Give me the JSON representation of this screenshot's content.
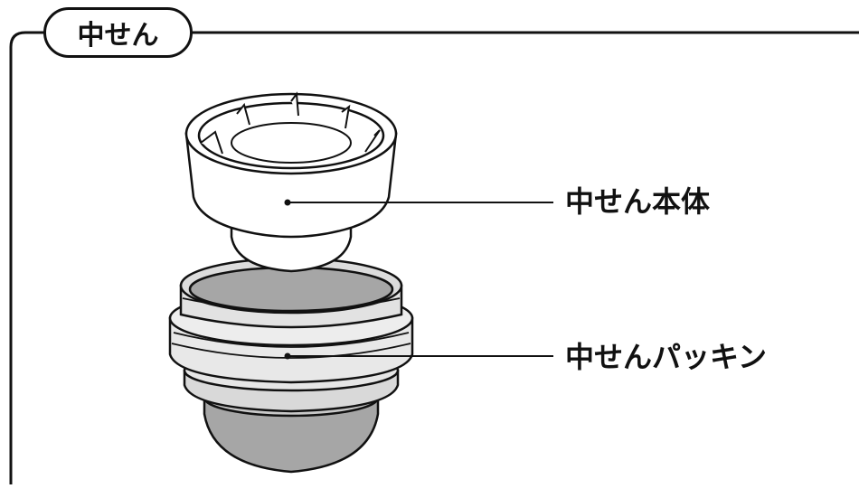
{
  "title": "中せん",
  "parts": [
    {
      "label": "中せん本体"
    },
    {
      "label": "中せんパッキン"
    }
  ],
  "colors": {
    "outline": "#111111",
    "gasket_gray": "#a6a6a6",
    "gasket_light": "#e8e8e8",
    "cap_white": "#ffffff"
  }
}
